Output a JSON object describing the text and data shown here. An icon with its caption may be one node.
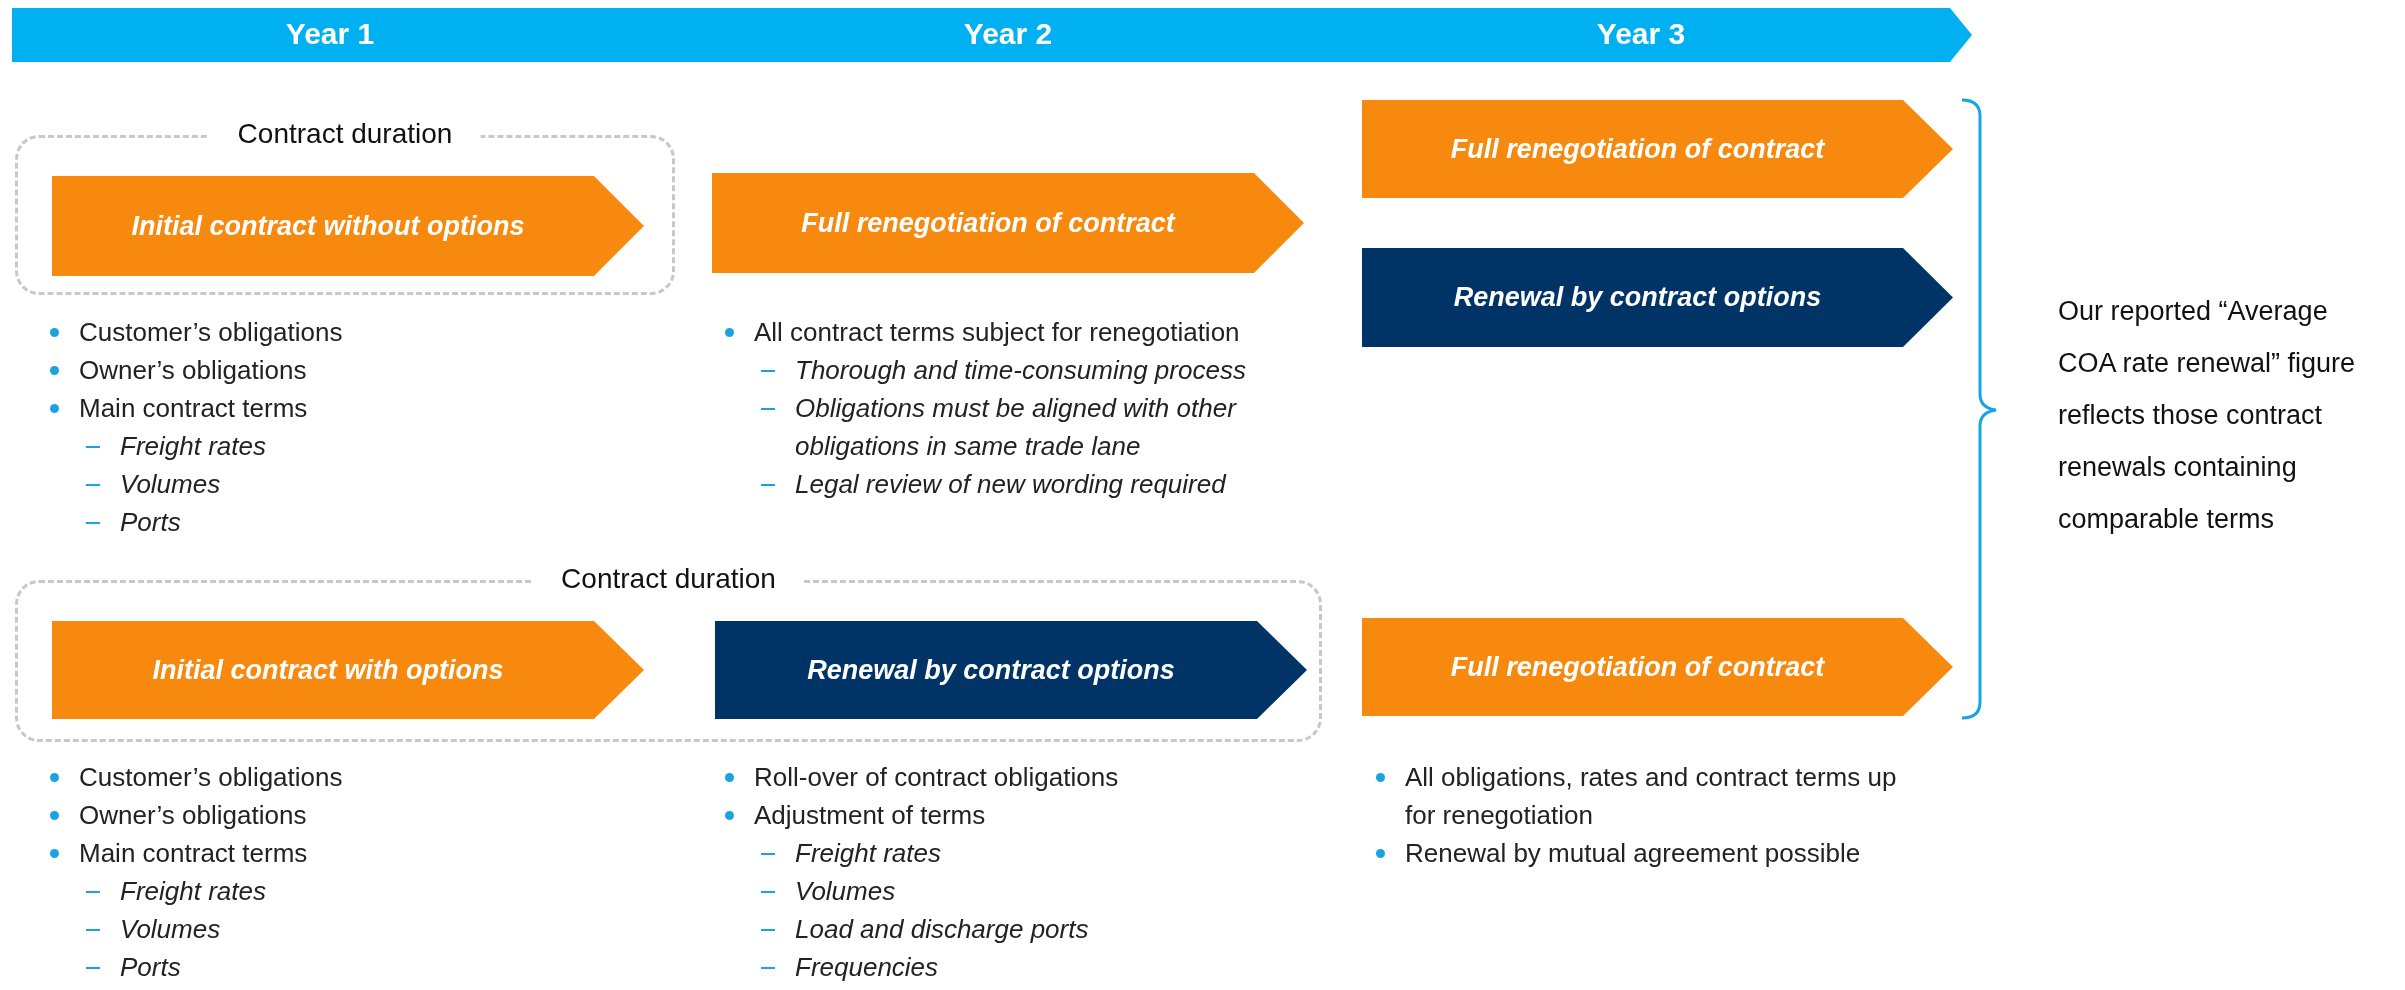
{
  "diagram": {
    "nodes": [
      {
        "text": [
          "Year 1",
          "Year 2",
          "Year 3"
        ]
      },
      {
        "text": [
          "Contract duration"
        ]
      },
      {
        "text": [
          "Initial contract without options"
        ],
        "in": 1
      },
      {
        "text": [
          "Full renegotiation of contract"
        ]
      },
      {
        "text": [
          "Full renegotiation of contract"
        ]
      },
      {
        "text": [
          "Renewal by contract options"
        ]
      },
      {
        "text": [
          "Contract duration"
        ]
      },
      {
        "text": [
          "Initial contract with options"
        ],
        "in": 6
      },
      {
        "text": [
          "Renewal by contract options"
        ],
        "in": 6
      },
      {
        "text": [
          "Full renegotiation of contract"
        ]
      }
    ],
    "edges": [],
    "labels": [
      "Customer’s obligations",
      "Owner’s obligations",
      "Main contract terms",
      "Freight rates",
      "Volumes",
      "Ports",
      "All contract terms subject for renegotiation",
      "Thorough and time-consuming process",
      "Obligations must be aligned with other obligations in same trade lane",
      "Legal review of new wording required",
      "Customer’s obligations",
      "Owner’s obligations",
      "Main contract terms",
      "Freight rates",
      "Volumes",
      "Ports",
      "Roll-over of contract obligations",
      "Adjustment of terms",
      "Freight rates",
      "Volumes",
      "Load and discharge ports",
      "Frequencies",
      "All obligations, rates and contract terms up for renegotiation",
      "Renewal by mutual agreement possible",
      "Our reported “Average COA rate renewal” figure reflects those contract renewals containing comparable terms"
    ]
  }
}
